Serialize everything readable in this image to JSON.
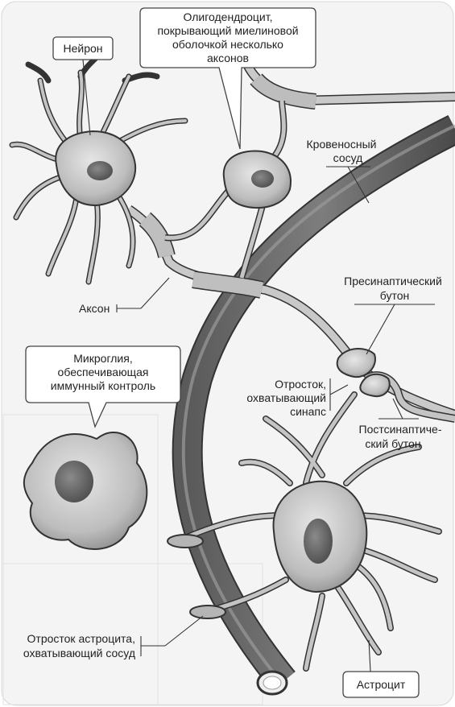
{
  "labels": {
    "neuron": "Нейрон",
    "oligodendrocyte": [
      "Олигодендроцит,",
      "покрывающий миелиновой",
      "оболочкой несколько",
      "аксонов"
    ],
    "blood_vessel": [
      "Кровеносный",
      "сосуд"
    ],
    "axon": "Аксон",
    "presynaptic": [
      "Пресинаптический",
      "бутон"
    ],
    "synapse_process": [
      "Отросток,",
      "охватывающий",
      "синапс"
    ],
    "postsynaptic": [
      "Постсинаптиче-",
      "ский бутон"
    ],
    "microglia": [
      "Микроглия,",
      "обеспечивающая",
      "иммунный контроль"
    ],
    "astrocyte_endfoot": [
      "Отросток астроцита,",
      "охватывающий сосуд"
    ],
    "astrocyte": "Астроцит"
  }
}
